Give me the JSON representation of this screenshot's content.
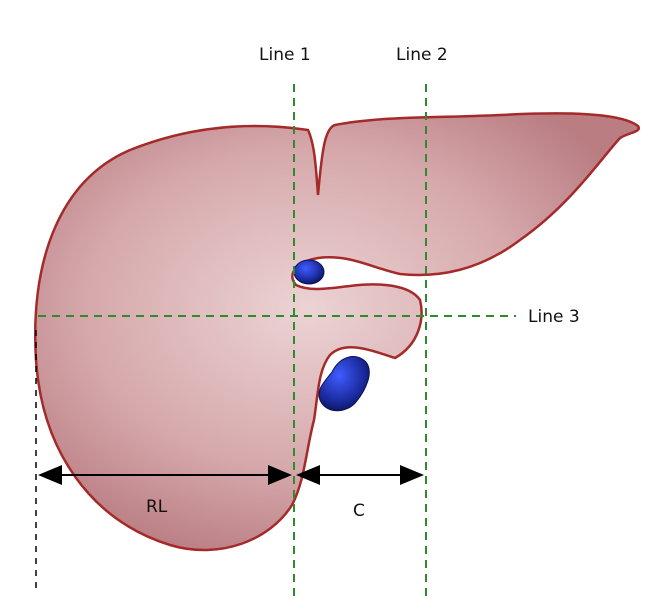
{
  "labels": {
    "line1": "Line 1",
    "line2": "Line 2",
    "line3": "Line 3",
    "rl": "RL",
    "c": "C"
  },
  "colors": {
    "liver_fill": "#d8a8ab",
    "liver_outline": "#a52a2a",
    "guide_line": "#2e8b2e",
    "vessel": "#1a2a9c",
    "arrow": "#000000"
  }
}
